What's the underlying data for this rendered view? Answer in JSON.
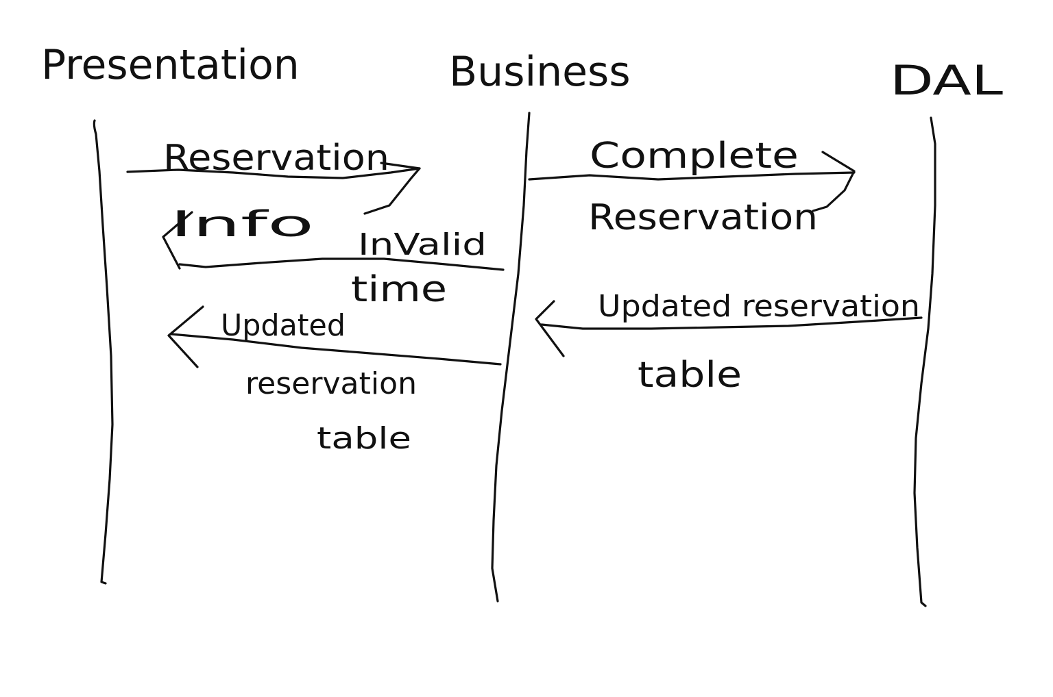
{
  "diagram": {
    "lanes": [
      {
        "id": "presentation",
        "label": "Presentation"
      },
      {
        "id": "business",
        "label": "Business"
      },
      {
        "id": "dal",
        "label": "DAL"
      }
    ],
    "messages": [
      {
        "id": "reservation-info",
        "from": "presentation",
        "to": "business",
        "direction": "right",
        "line1": "Reservation",
        "line2": "Info"
      },
      {
        "id": "invalid-time",
        "from": "business",
        "to": "presentation",
        "direction": "left",
        "line1": "InValid",
        "line2": "time"
      },
      {
        "id": "updated-reservation-table-left",
        "from": "business",
        "to": "presentation",
        "direction": "left",
        "line1": "Updated",
        "line2": "reservation",
        "line3": "table"
      },
      {
        "id": "complete-reservation",
        "from": "business",
        "to": "dal",
        "direction": "right",
        "line1": "Complete",
        "line2": "Reservation"
      },
      {
        "id": "updated-reservation-table-right",
        "from": "dal",
        "to": "business",
        "direction": "left",
        "line1": "Updated reservation",
        "line2": "table"
      }
    ]
  }
}
